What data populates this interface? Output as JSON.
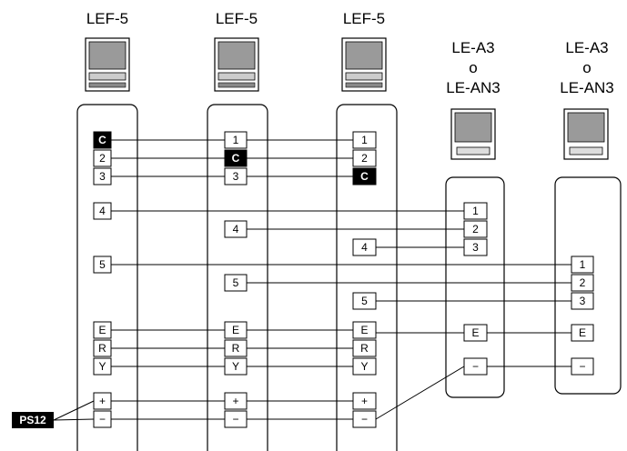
{
  "titles": {
    "lef1": "LEF-5",
    "lef2": "LEF-5",
    "lef3": "LEF-5",
    "lea1": [
      "LE-A3",
      "o",
      "LE-AN3"
    ],
    "lea2": [
      "LE-A3",
      "o",
      "LE-AN3"
    ]
  },
  "power_supply": "PS12",
  "terminals": {
    "lef1": [
      "C",
      "2",
      "3",
      "4",
      "5",
      "E",
      "R",
      "Y",
      "+",
      "−"
    ],
    "lef2": [
      "1",
      "C",
      "3",
      "4",
      "5",
      "E",
      "R",
      "Y",
      "+",
      "−"
    ],
    "lef3": [
      "1",
      "2",
      "C",
      "4",
      "5",
      "E",
      "R",
      "Y",
      "+",
      "−"
    ],
    "lea1": [
      "1",
      "2",
      "3",
      "E",
      "−"
    ],
    "lea2": [
      "1",
      "2",
      "3",
      "E",
      "−"
    ]
  },
  "colors": {
    "line": "#000000",
    "panel_face": "#9a9a9a",
    "highlight": "#000000"
  }
}
